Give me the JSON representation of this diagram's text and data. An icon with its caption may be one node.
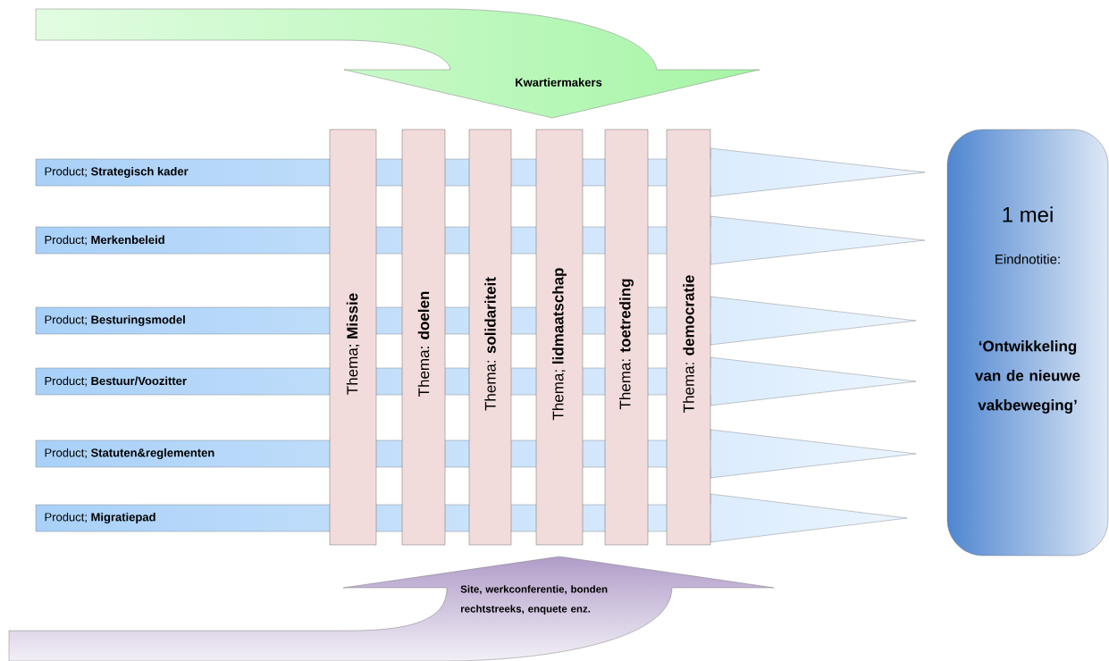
{
  "diagram": {
    "nodes": [
      {
        "text": [
          "Kwartiermakers"
        ]
      },
      {
        "text": [
          "Product; **Strategisch kader**"
        ]
      },
      {
        "text": [
          "Product; **Merkenbeleid**"
        ]
      },
      {
        "text": [
          "Product; **Besturingsmodel**"
        ]
      },
      {
        "text": [
          "Product; **Bestuur/Voozitter**"
        ]
      },
      {
        "text": [
          "Product; **Statuten&reglementen**"
        ]
      },
      {
        "text": [
          "Product; **Migratiepad**"
        ]
      },
      {
        "text": [
          "Thema; **Missie**"
        ]
      },
      {
        "text": [
          "Thema: **doelen**"
        ]
      },
      {
        "text": [
          "Thema: **solidariteit**"
        ]
      },
      {
        "text": [
          "Thema; **lidmaatschap**"
        ]
      },
      {
        "text": [
          "Thema: **toetreding**"
        ]
      },
      {
        "text": [
          "Thema: **democratie**"
        ]
      },
      {
        "text": [
          "1 mei",
          "Eindnotitie:",
          "‘Ontwikkeling van de nieuwe vakbeweging’"
        ]
      },
      {
        "text": [
          "Site, werkconferentie, bonden rechtstreeks, enquete enz."
        ]
      }
    ]
  }
}
